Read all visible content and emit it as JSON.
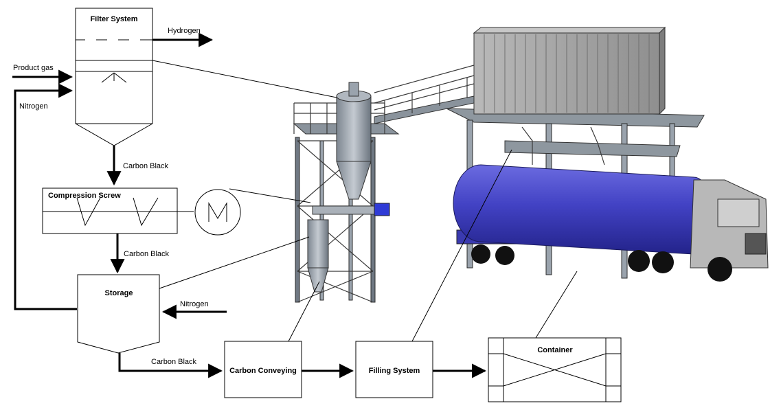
{
  "diagram": {
    "nodes": {
      "filter_system": "Filter System",
      "compression_screw": "Compression Screw",
      "storage": "Storage",
      "carbon_conveying": "Carbon Conveying",
      "filling_system": "Filling System",
      "container": "Container"
    },
    "flows": {
      "hydrogen": "Hydrogen",
      "product_gas": "Product gas",
      "nitrogen_loop": "Nitrogen",
      "carbon_black_1": "Carbon Black",
      "carbon_black_2": "Carbon Black",
      "nitrogen_in": "Nitrogen",
      "carbon_black_3": "Carbon Black"
    }
  },
  "colors": {
    "line": "#000000",
    "steel": "#9aa3ad",
    "steel_dark": "#6f7883",
    "tank": "#3f3fbf",
    "truck_cab": "#b8b8b8",
    "container_gray": "#a8a8a8"
  }
}
